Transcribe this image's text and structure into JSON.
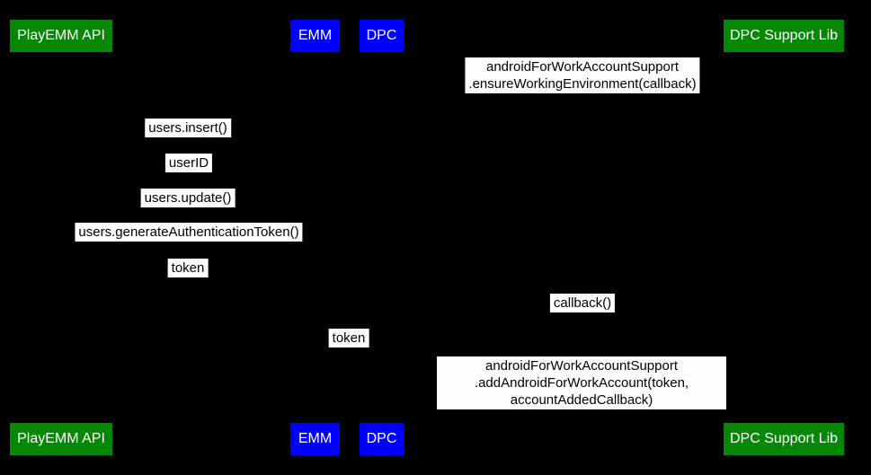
{
  "diagram": {
    "type": "sequence-diagram",
    "colors": {
      "background": "#000000",
      "participant_green": "#068806",
      "participant_blue": "#0000ff",
      "participant_text": "#ffffff",
      "message_label_bg": "#fefefe",
      "message_label_text": "#000000"
    }
  },
  "participants": [
    {
      "id": "playemm-api",
      "label": "PlayEMM API",
      "color": "#068806"
    },
    {
      "id": "emm",
      "label": "EMM",
      "color": "#0000ff"
    },
    {
      "id": "dpc",
      "label": "DPC",
      "color": "#0000ff"
    },
    {
      "id": "dpc-support-lib",
      "label": "DPC Support Lib",
      "color": "#068806"
    }
  ],
  "messages": [
    {
      "id": "ensure-working-environment",
      "label": "androidForWorkAccountSupport\n.ensureWorkingEnvironment(callback)"
    },
    {
      "id": "users-insert",
      "label": "users.insert()"
    },
    {
      "id": "user-id",
      "label": "userID"
    },
    {
      "id": "users-update",
      "label": "users.update()"
    },
    {
      "id": "users-generate-authentication-token",
      "label": "users.generateAuthenticationToken()"
    },
    {
      "id": "token-response",
      "label": "token"
    },
    {
      "id": "callback",
      "label": "callback()"
    },
    {
      "id": "token-to-dpc",
      "label": "token"
    },
    {
      "id": "add-android-for-work-account",
      "label": "androidForWorkAccountSupport\n.addAndroidForWorkAccount(token, accountAddedCallback)"
    }
  ]
}
